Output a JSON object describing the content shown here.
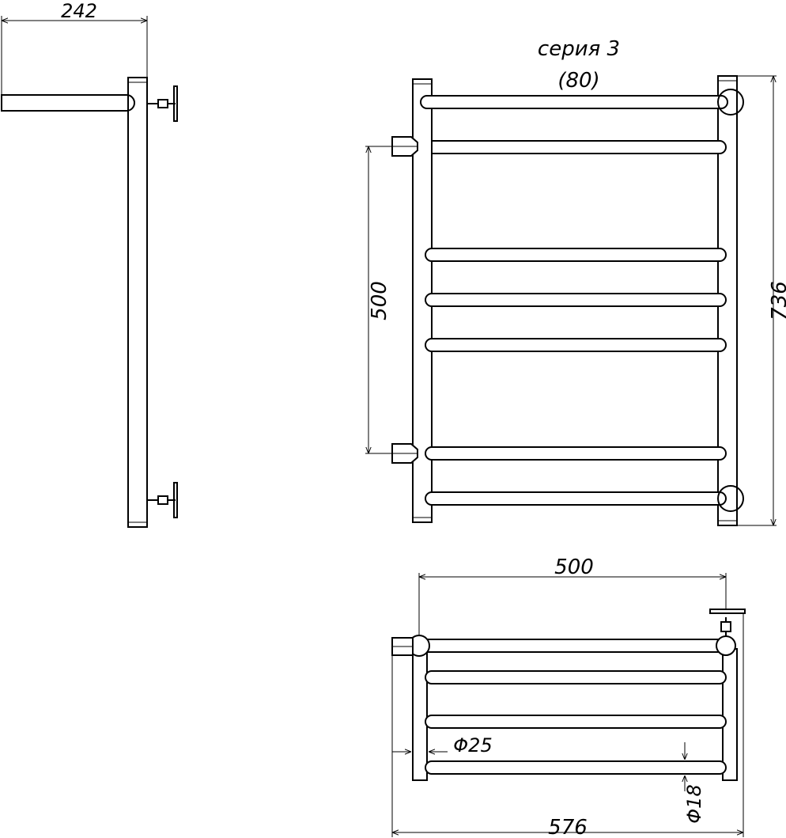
{
  "side_view": {
    "depth_label": "242"
  },
  "front_view": {
    "series_label": "серия 3",
    "series_sub": "(80)",
    "connection_distance_label": "500",
    "height_label": "736"
  },
  "top_view": {
    "width_label": "500",
    "overall_width_label": "576",
    "diameter_upright_label": "Φ25",
    "diameter_rung_label": "Φ18"
  }
}
